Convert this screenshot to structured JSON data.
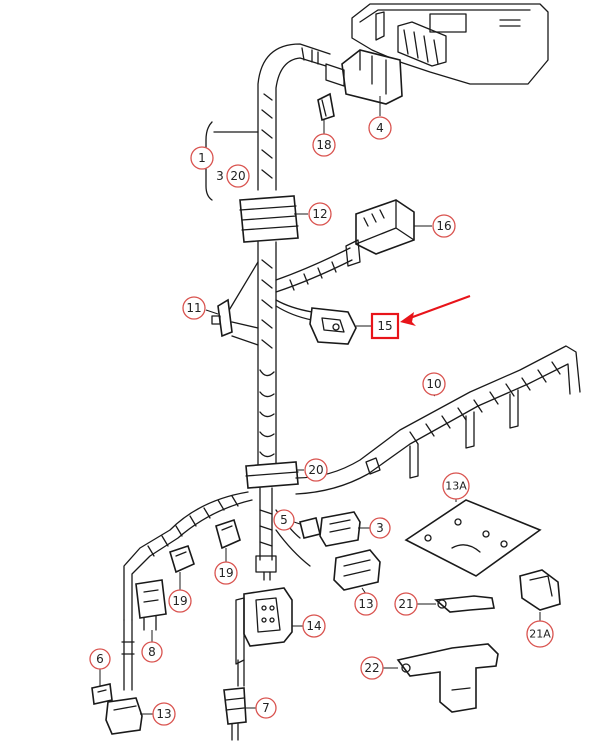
{
  "callouts": {
    "c1": "1",
    "c3a": "3",
    "c20a": "20",
    "c4": "4",
    "c18": "18",
    "c12": "12",
    "c16": "16",
    "c11": "11",
    "c15": "15",
    "c10": "10",
    "c20b": "20",
    "c13a": "13A",
    "c5": "5",
    "c3b": "3",
    "c19a": "19",
    "c19b": "19",
    "c13b": "13",
    "c21": "21",
    "c21a": "21A",
    "c14": "14",
    "c8": "8",
    "c6": "6",
    "c22": "22",
    "c7": "7",
    "c13c": "13"
  },
  "colors": {
    "callout_outline": "#d9534f",
    "highlight": "#e8141a",
    "line": "#1a1a1a"
  }
}
